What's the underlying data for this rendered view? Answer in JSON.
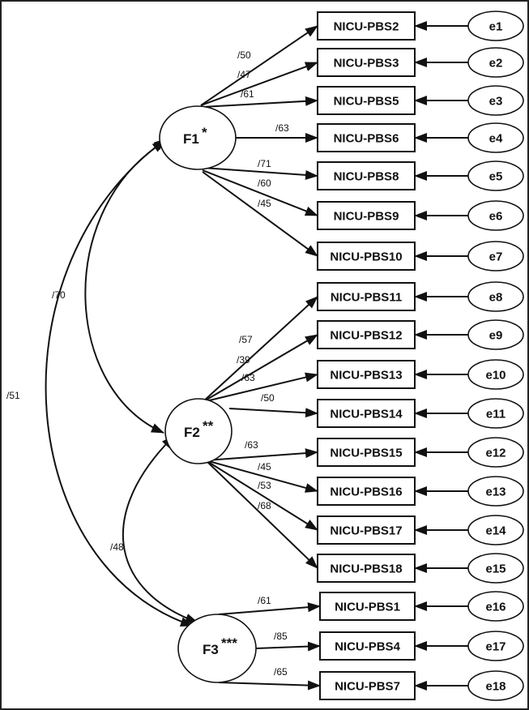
{
  "factors": [
    {
      "id": "F1",
      "label": "F1",
      "stars": "*"
    },
    {
      "id": "F2",
      "label": "F2",
      "stars": "**"
    },
    {
      "id": "F3",
      "label": "F3",
      "stars": "***"
    }
  ],
  "items": [
    {
      "label": "NICU-PBS2",
      "factor": "F1",
      "loading": "/50",
      "error": "e1"
    },
    {
      "label": "NICU-PBS3",
      "factor": "F1",
      "loading": "/47",
      "error": "e2"
    },
    {
      "label": "NICU-PBS5",
      "factor": "F1",
      "loading": "/61",
      "error": "e3"
    },
    {
      "label": "NICU-PBS6",
      "factor": "F1",
      "loading": "/63",
      "error": "e4"
    },
    {
      "label": "NICU-PBS8",
      "factor": "F1",
      "loading": "/71",
      "error": "e5"
    },
    {
      "label": "NICU-PBS9",
      "factor": "F1",
      "loading": "/60",
      "error": "e6"
    },
    {
      "label": "NICU-PBS10",
      "factor": "F1",
      "loading": "/45",
      "error": "e7"
    },
    {
      "label": "NICU-PBS11",
      "factor": "F2",
      "loading": "/57",
      "error": "e8"
    },
    {
      "label": "NICU-PBS12",
      "factor": "F2",
      "loading": "/39",
      "error": "e9"
    },
    {
      "label": "NICU-PBS13",
      "factor": "F2",
      "loading": "/63",
      "error": "e10"
    },
    {
      "label": "NICU-PBS14",
      "factor": "F2",
      "loading": "/50",
      "error": "e11"
    },
    {
      "label": "NICU-PBS15",
      "factor": "F2",
      "loading": "/63",
      "error": "e12"
    },
    {
      "label": "NICU-PBS16",
      "factor": "F2",
      "loading": "/45",
      "error": "e13"
    },
    {
      "label": "NICU-PBS17",
      "factor": "F2",
      "loading": "/53",
      "error": "e14"
    },
    {
      "label": "NICU-PBS18",
      "factor": "F2",
      "loading": "/68",
      "error": "e15"
    },
    {
      "label": "NICU-PBS1",
      "factor": "F3",
      "loading": "/61",
      "error": "e16"
    },
    {
      "label": "NICU-PBS4",
      "factor": "F3",
      "loading": "/85",
      "error": "e17"
    },
    {
      "label": "NICU-PBS7",
      "factor": "F3",
      "loading": "/65",
      "error": "e18"
    }
  ],
  "correlations": [
    {
      "from": "F1",
      "to": "F2",
      "value": "/70"
    },
    {
      "from": "F1",
      "to": "F3",
      "value": "/51"
    },
    {
      "from": "F2",
      "to": "F3",
      "value": "/48"
    }
  ]
}
